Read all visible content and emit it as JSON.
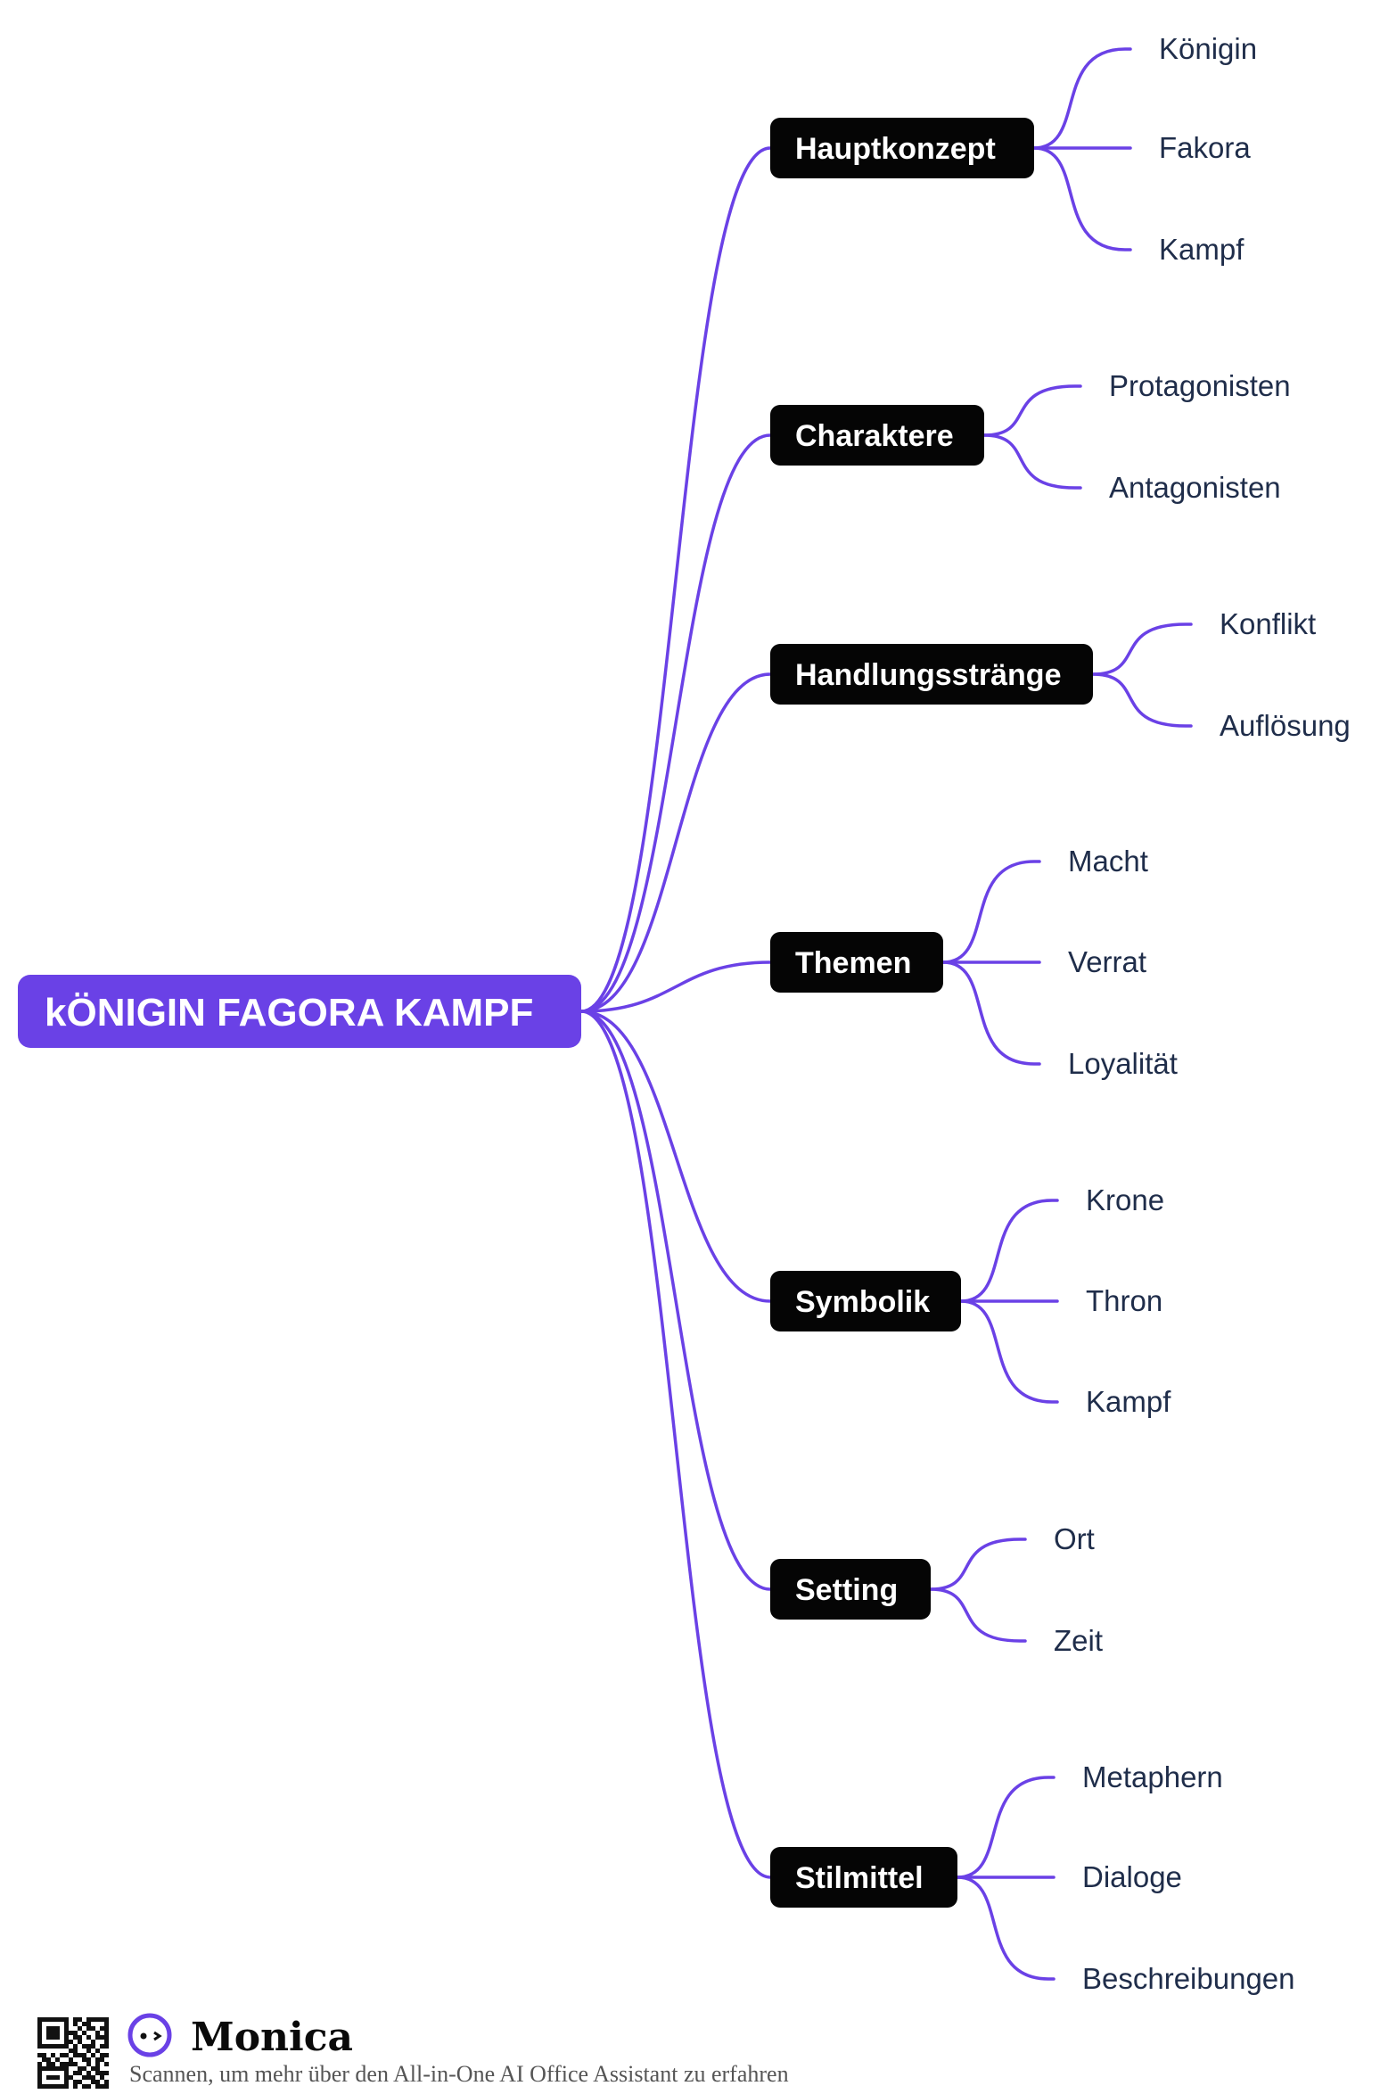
{
  "root": {
    "label": "kÖNIGIN FAGORA KAMPF"
  },
  "branches": [
    {
      "label": "Hauptkonzept",
      "children": [
        "Königin",
        "Fakora",
        "Kampf"
      ]
    },
    {
      "label": "Charaktere",
      "children": [
        "Protagonisten",
        "Antagonisten"
      ]
    },
    {
      "label": "Handlungsstränge",
      "children": [
        "Konflikt",
        "Auflösung"
      ]
    },
    {
      "label": "Themen",
      "children": [
        "Macht",
        "Verrat",
        "Loyalität"
      ]
    },
    {
      "label": "Symbolik",
      "children": [
        "Krone",
        "Thron",
        "Kampf"
      ]
    },
    {
      "label": "Setting",
      "children": [
        "Ort",
        "Zeit"
      ]
    },
    {
      "label": "Stilmittel",
      "children": [
        "Metaphern",
        "Dialoge",
        "Beschreibungen"
      ]
    }
  ],
  "footer": {
    "brand": "Monica",
    "caption": "Scannen, um mehr über den All-in-One AI Office Assistant zu erfahren",
    "qr_icon": "qr-code-icon",
    "logo_icon": "monica-logo-icon"
  },
  "colors": {
    "accent": "#6a41e6",
    "branch_bg": "#050505",
    "leaf_text": "#1f2d4a"
  }
}
